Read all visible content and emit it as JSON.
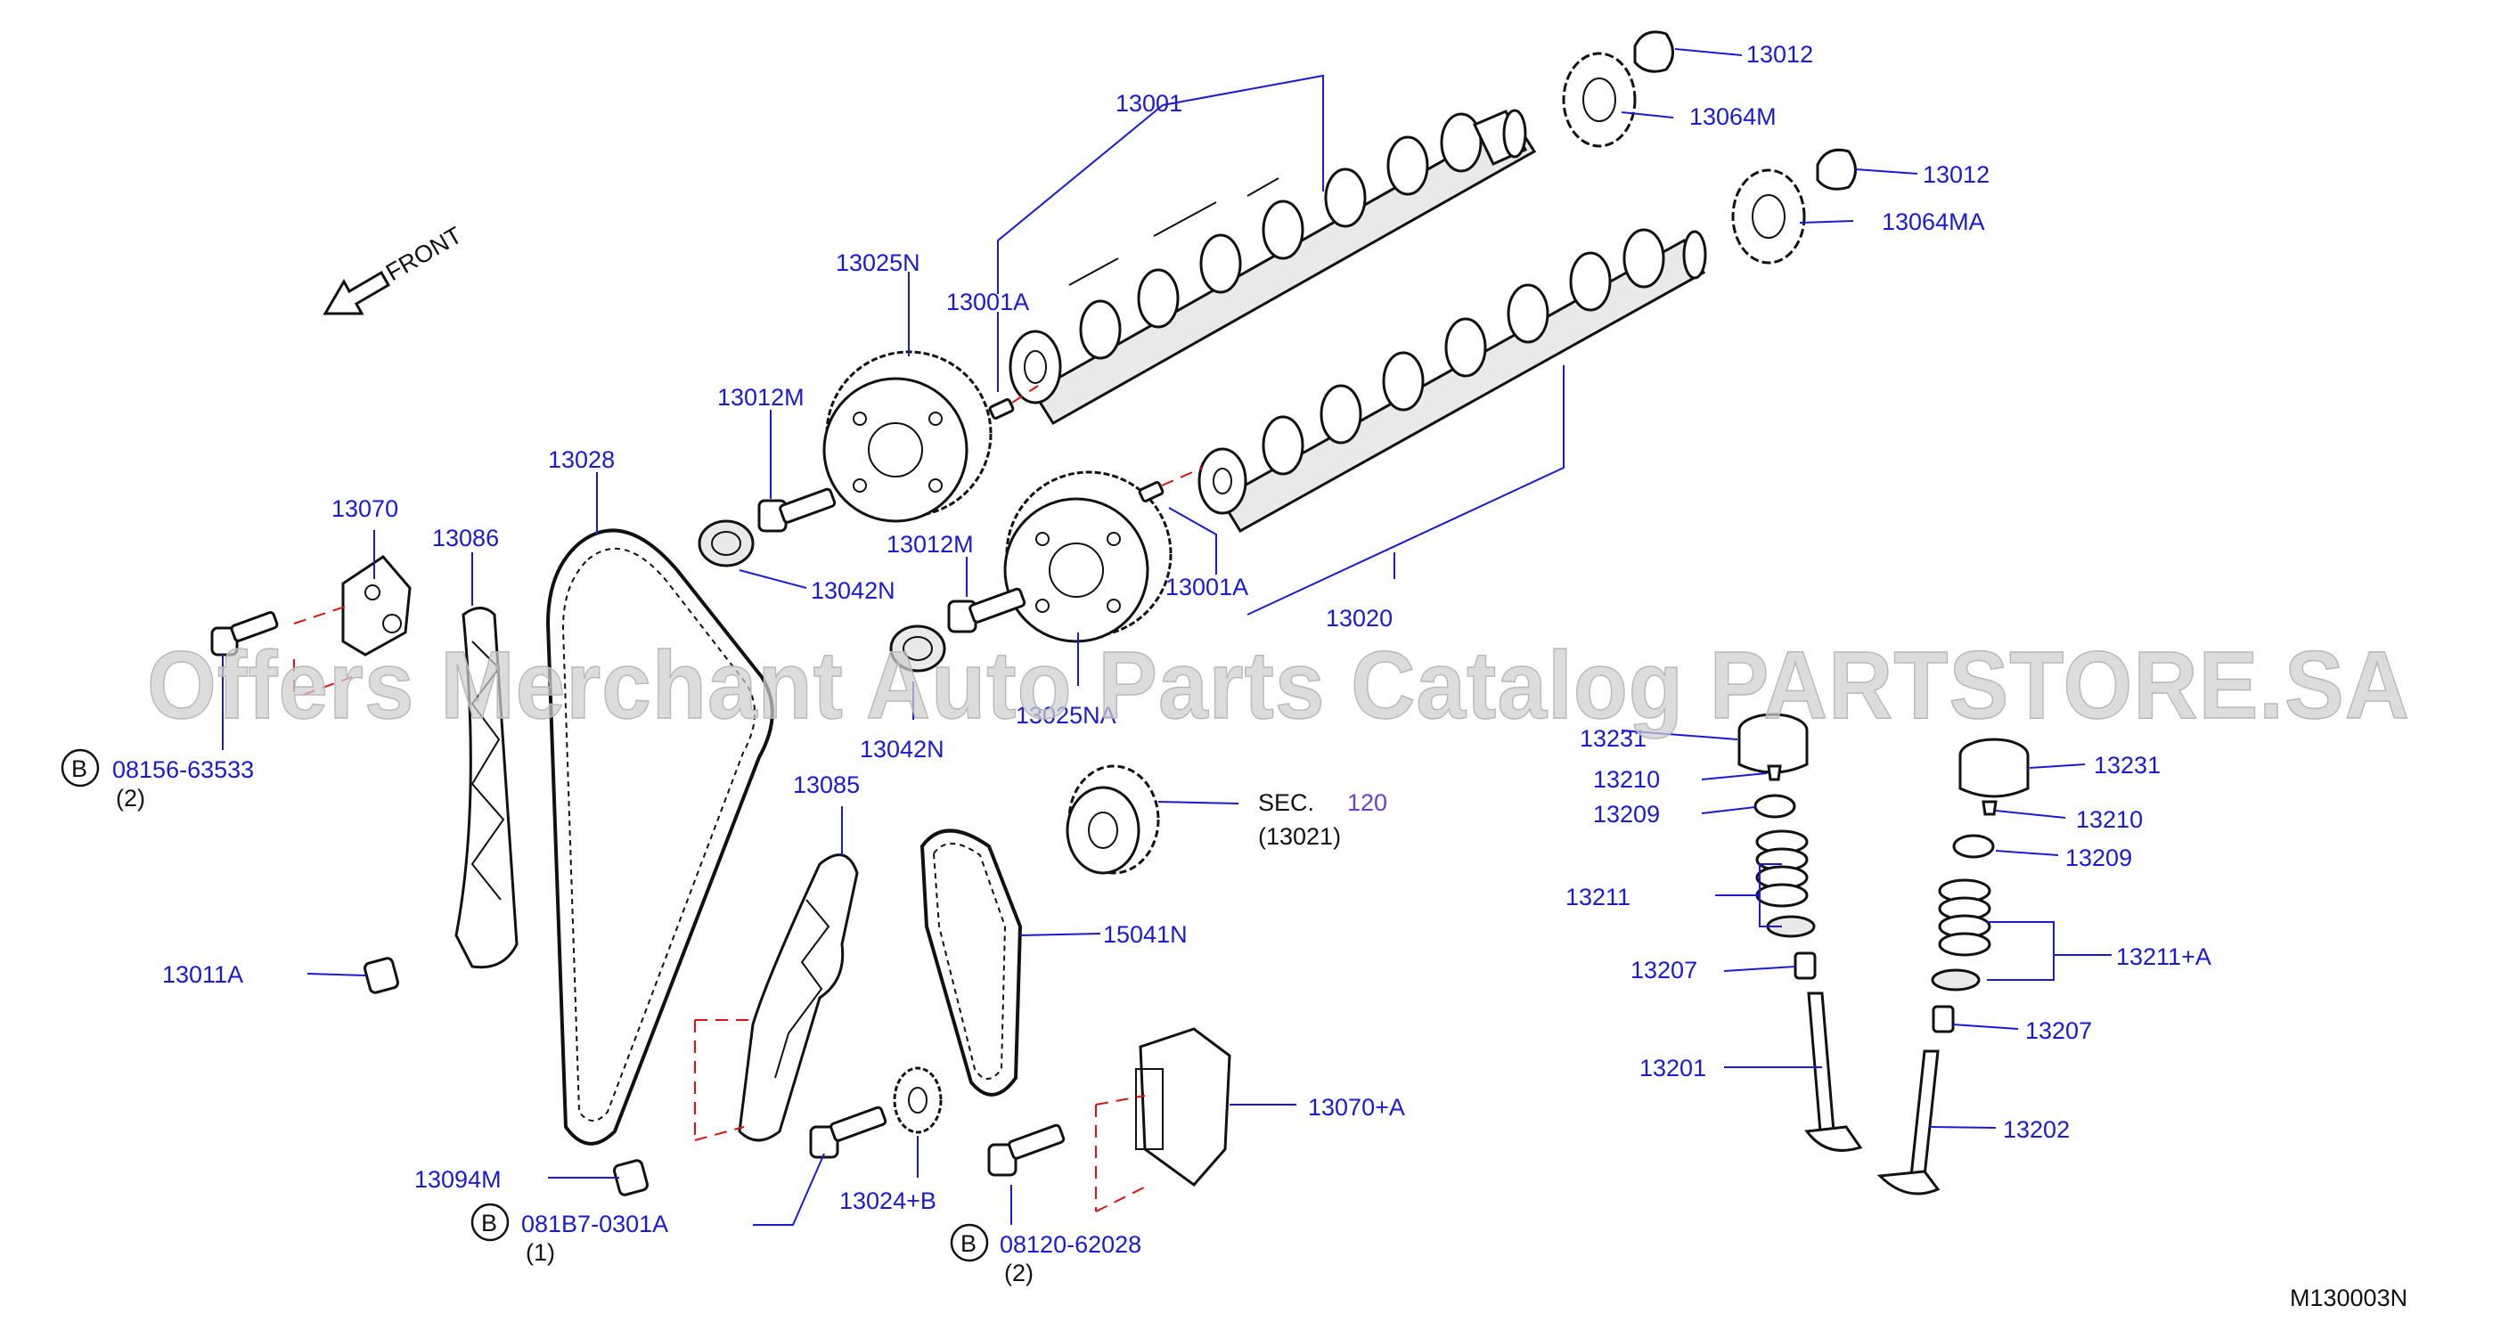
{
  "watermark": "Offers Merchant Auto Parts Catalog PARTSTORE.SA",
  "front_label": "FRONT",
  "diagram_id": "M130003N",
  "bolt_marker": "B",
  "colors": {
    "label": "#1a1ad6",
    "highlight": "#6a3fc9",
    "guide": "#e01010",
    "watermark": "#cfcfcf"
  },
  "labels": {
    "p13001": "13001",
    "p13012_top": "13012",
    "p13064M": "13064M",
    "p13012_b": "13012",
    "p13064MA": "13064MA",
    "p13025N": "13025N",
    "p13001A_top": "13001A",
    "p13012M_top": "13012M",
    "p13028": "13028",
    "p13070": "13070",
    "p13086": "13086",
    "p13042N_top": "13042N",
    "p13012M_b": "13012M",
    "p13001A_b": "13001A",
    "p13020": "13020",
    "p13025NA": "13025NA",
    "p13042N_b": "13042N",
    "p08156": "08156-63533",
    "q2a": "(2)",
    "p13085": "13085",
    "sec": "SEC.",
    "sec_num": "120",
    "sec_ref": "(13021)",
    "p15041N": "15041N",
    "p13011A": "13011A",
    "p13070A": "13070+A",
    "p13094M": "13094M",
    "p13024B": "13024+B",
    "p081B7": "081B7-0301A",
    "q1": "(1)",
    "p08120": "08120-62028",
    "q2b": "(2)",
    "p13231_l": "13231",
    "p13210_l": "13210",
    "p13209_l": "13209",
    "p13211": "13211",
    "p13207_l": "13207",
    "p13201": "13201",
    "p13231_r": "13231",
    "p13210_r": "13210",
    "p13209_r": "13209",
    "p13211A": "13211+A",
    "p13207_r": "13207",
    "p13202": "13202"
  }
}
